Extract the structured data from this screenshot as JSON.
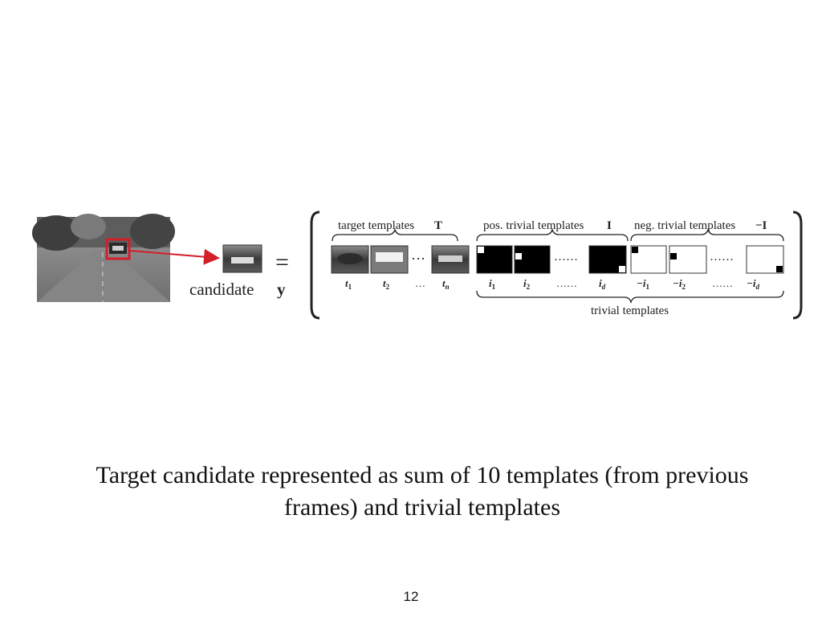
{
  "figure": {
    "candidate_label": "candidate",
    "candidate_symbol": "y",
    "equals": "=",
    "target_group_label": "target templates",
    "target_group_symbol": "T",
    "pos_group_label": "pos. trivial templates",
    "pos_group_symbol": "I",
    "neg_group_label": "neg. trivial templates",
    "neg_group_symbol": "−I",
    "trivial_label": "trivial templates",
    "dots_small": "···",
    "dots_wide": "······",
    "subscripts": {
      "t1": "t",
      "t1_sub": "1",
      "t2": "t",
      "t2_sub": "2",
      "tn": "t",
      "tn_sub": "n",
      "i1": "i",
      "i1_sub": "1",
      "i2": "i",
      "i2_sub": "2",
      "id": "i",
      "id_sub": "d",
      "ni1": "−i",
      "ni1_sub": "1",
      "ni2": "−i",
      "ni2_sub": "2",
      "nid": "−i",
      "nid_sub": "d",
      "ell_short": "…",
      "ell_long": "……"
    },
    "colors": {
      "highlight": "#d21f2a",
      "background": "#ffffff",
      "ink": "#111111"
    }
  },
  "caption": {
    "line1": "Target candidate represented as sum of 10 templates (from previous",
    "line2": "frames) and trivial templates"
  },
  "page_number": "12"
}
